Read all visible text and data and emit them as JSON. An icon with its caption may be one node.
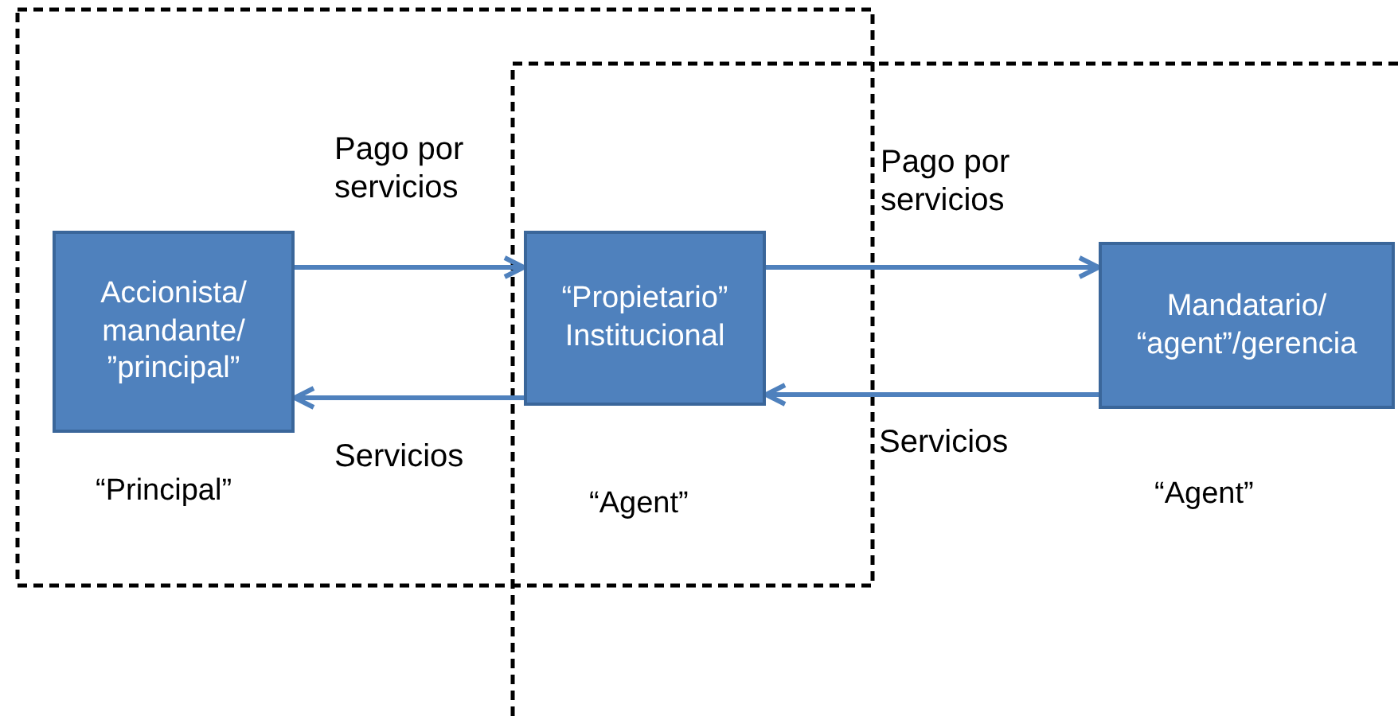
{
  "diagram": {
    "nodes": [
      {
        "text": [
          "Accionista/ mandante/ ”principal”"
        ],
        "beside": [
          "“Principal”"
        ]
      },
      {
        "text": [
          "“Propietario” Institucional"
        ],
        "beside": [
          "“Agent”"
        ]
      },
      {
        "text": [
          "Mandatario/ “agent”/gerencia"
        ],
        "beside": [
          "“Agent”"
        ]
      }
    ],
    "edges": [
      {
        "from": 0,
        "to": 1,
        "arrow": "to",
        "label": "Pago por servicios"
      },
      {
        "from": 1,
        "to": 0,
        "arrow": "to",
        "label": "Servicios"
      },
      {
        "from": 1,
        "to": 2,
        "arrow": "to",
        "label": "Pago por servicios"
      },
      {
        "from": 2,
        "to": 1,
        "arrow": "to",
        "label": "Servicios"
      }
    ]
  }
}
